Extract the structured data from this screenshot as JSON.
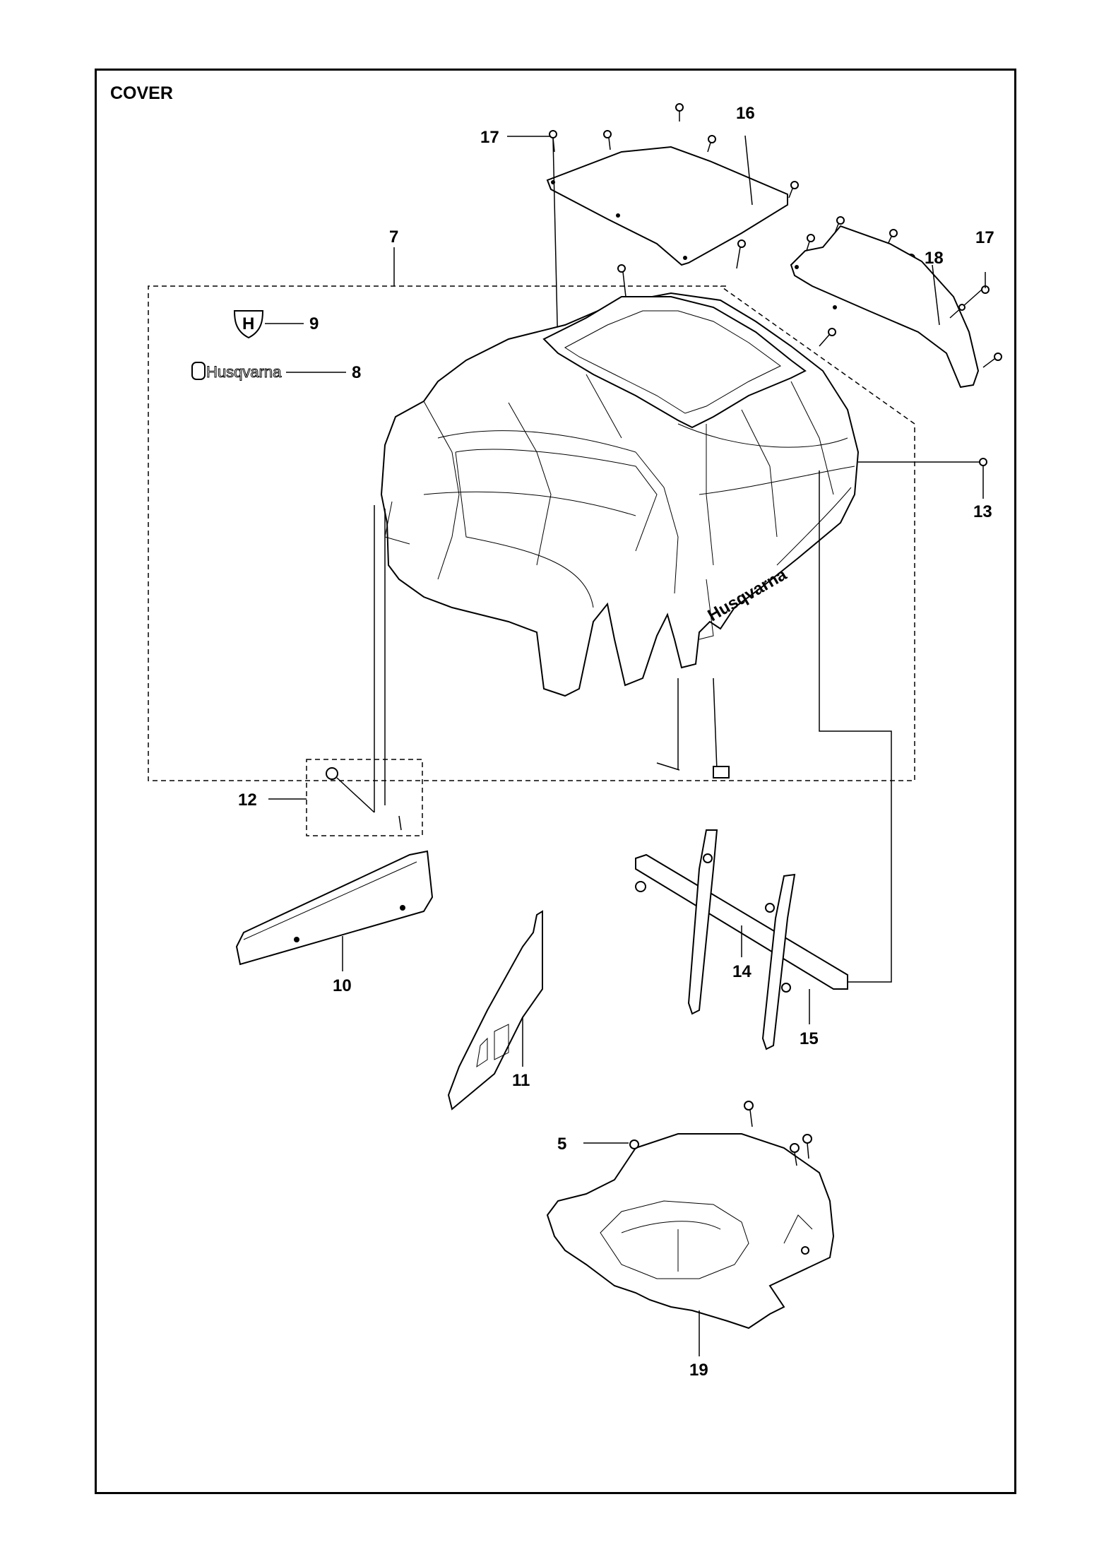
{
  "diagram": {
    "title": "COVER",
    "logo_text": "Husqvarna",
    "callouts": {
      "c5": "5",
      "c7": "7",
      "c8": "8",
      "c9": "9",
      "c10": "10",
      "c11": "11",
      "c12": "12",
      "c13": "13",
      "c14": "14",
      "c15": "15",
      "c16": "16",
      "c17a": "17",
      "c17b": "17",
      "c18": "18",
      "c19": "19"
    }
  }
}
